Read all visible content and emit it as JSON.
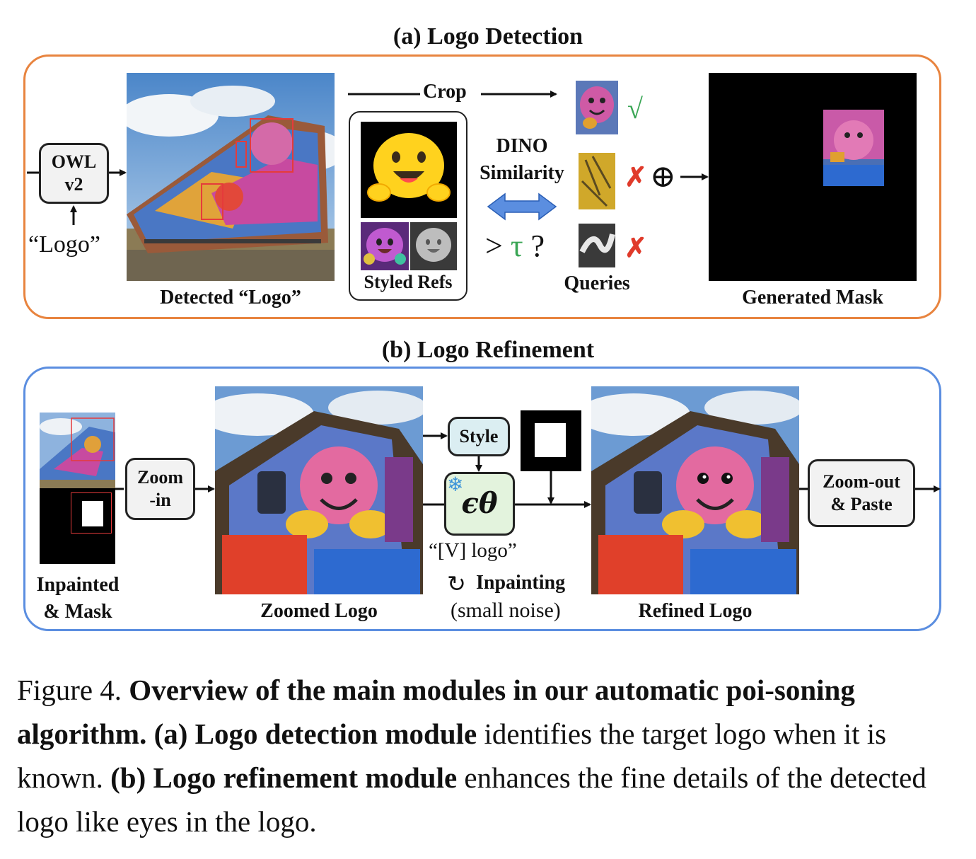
{
  "panel_a": {
    "title": "(a) Logo Detection",
    "owl_box": "OWL\nv2",
    "logo_prompt": "“Logo”",
    "detected_label": "Detected “Logo”",
    "crop_label": "Crop",
    "styled_refs_label": "Styled Refs",
    "dino_label": "DINO\nSimilarity",
    "threshold_label": "> τ ?",
    "queries_label": "Queries",
    "check_mark": "√",
    "cross_mark_1": "✗",
    "cross_mark_2": "✗",
    "oplus": "⊕",
    "generated_mask_label": "Generated Mask"
  },
  "panel_b": {
    "title": "(b) Logo Refinement",
    "inpainted_label": "Inpainted\n& Mask",
    "zoom_in_box": "Zoom\n-in",
    "zoomed_label": "Zoomed Logo",
    "style_box": "Style",
    "unet_symbol": "ϵθ",
    "prompt_label": "“[V] logo”",
    "inpainting_label": "Inpainting",
    "noise_label": "(small noise)",
    "refined_label": "Refined Logo",
    "zoom_out_box": "Zoom-out\n& Paste"
  },
  "caption": {
    "prefix": "Figure 4. ",
    "bold1": "Overview of the main modules in our automatic poi-soning algorithm.",
    "bold2": "(a) Logo detection module",
    "text2": " identifies the target logo when it is known. ",
    "bold3": "(b) Logo refinement module",
    "text3": " enhances the fine details of the detected logo like eyes in the logo."
  },
  "colors": {
    "panel_a_border": "#e8843f",
    "panel_b_border": "#5b8ee0",
    "check_green": "#3aa655",
    "cross_red": "#e03a2a",
    "tau_green": "#3aa655",
    "double_arrow_blue": "#5b8ee0",
    "style_box_fill": "#dbeef2",
    "unet_box_fill": "#e3f3dd"
  }
}
